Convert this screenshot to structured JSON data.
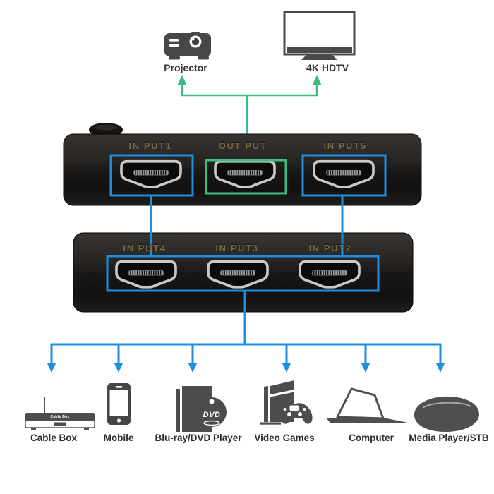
{
  "diagram": {
    "kind": "hdmi-switch-connection-diagram",
    "colors": {
      "input_accent": "#1d8ee0",
      "output_accent": "#3dbc80",
      "device_body": "#1d1b1a",
      "icon_gray": "#4d4d4d",
      "port_label": "#7a6946"
    },
    "displays": [
      {
        "label": "Projector"
      },
      {
        "label": "4K HDTV"
      }
    ],
    "switch_front": {
      "port_labels": [
        "IN PUT1",
        "OUT PUT",
        "IN PUT5"
      ]
    },
    "switch_back": {
      "port_labels": [
        "IN PUT4",
        "IN PUT3",
        "IN PUT2"
      ]
    },
    "sources": [
      {
        "label": "Cable Box"
      },
      {
        "label": "Mobile"
      },
      {
        "label": "Blu-ray/DVD Player"
      },
      {
        "label": "Video Games"
      },
      {
        "label": "Computer"
      },
      {
        "label": "Media Player/STB"
      }
    ],
    "icon_badges": {
      "cable_box": "Cable Box",
      "dvd_logo": "DVD"
    }
  }
}
